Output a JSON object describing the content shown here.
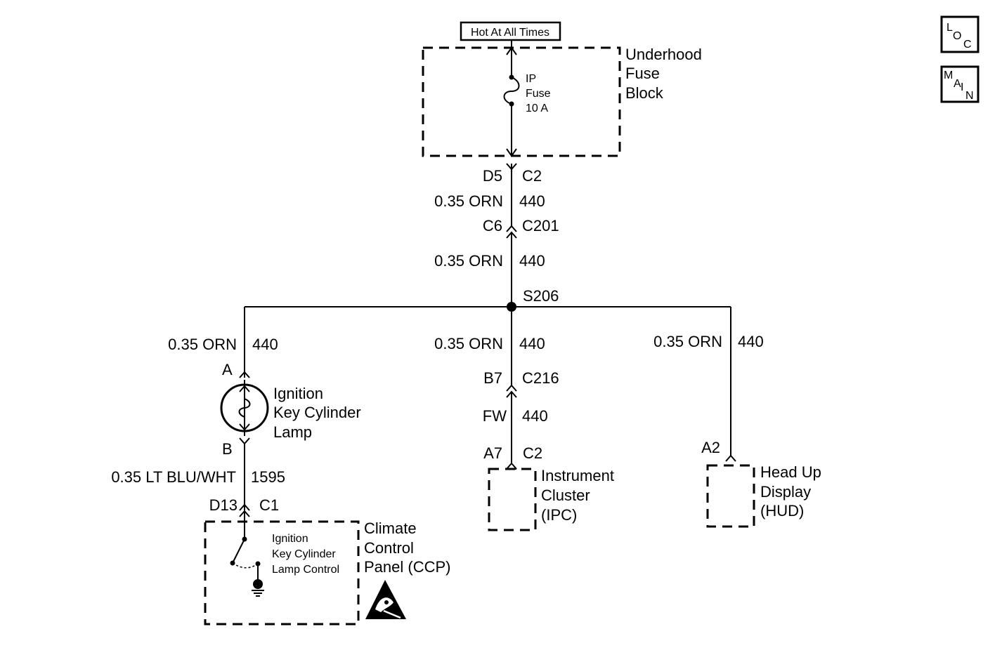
{
  "buttons": {
    "loc": [
      "L",
      "O",
      "C"
    ],
    "main": [
      "M",
      "A",
      "I",
      "N"
    ]
  },
  "power": {
    "label": "Hot At All Times"
  },
  "fuse_block": {
    "title_lines": [
      "Underhood",
      "Fuse",
      "Block"
    ],
    "fuse_lines": [
      "IP",
      "Fuse",
      "10 A"
    ]
  },
  "trunk": {
    "conn1": {
      "pin": "D5",
      "name": "C2"
    },
    "wire1": {
      "spec": "0.35 ORN",
      "circuit": "440"
    },
    "conn2": {
      "pin": "C6",
      "name": "C201"
    },
    "wire2": {
      "spec": "0.35 ORN",
      "circuit": "440"
    },
    "splice": "S206"
  },
  "left_branch": {
    "wire": {
      "spec": "0.35 ORN",
      "circuit": "440"
    },
    "pin_top": "A",
    "lamp_lines": [
      "Ignition",
      "Key Cylinder",
      "Lamp"
    ],
    "pin_bottom": "B",
    "wire2": {
      "spec": "0.35 LT BLU/WHT",
      "circuit": "1595"
    },
    "conn": {
      "pin": "D13",
      "name": "C1"
    },
    "ccp_lines": [
      "Climate",
      "Control",
      "Panel (CCP)"
    ],
    "switch_lines": [
      "Ignition",
      "Key Cylinder",
      "Lamp Control"
    ]
  },
  "mid_branch": {
    "wire": {
      "spec": "0.35 ORN",
      "circuit": "440"
    },
    "conn1": {
      "pin": "B7",
      "name": "C216"
    },
    "wire2": {
      "spec": "FW",
      "circuit": "440"
    },
    "conn2": {
      "pin": "A7",
      "name": "C2"
    },
    "ipc_lines": [
      "Instrument",
      "Cluster",
      "(IPC)"
    ]
  },
  "right_branch": {
    "wire": {
      "spec": "0.35 ORN",
      "circuit": "440"
    },
    "pin": "A2",
    "hud_lines": [
      "Head Up",
      "Display",
      "(HUD)"
    ]
  }
}
